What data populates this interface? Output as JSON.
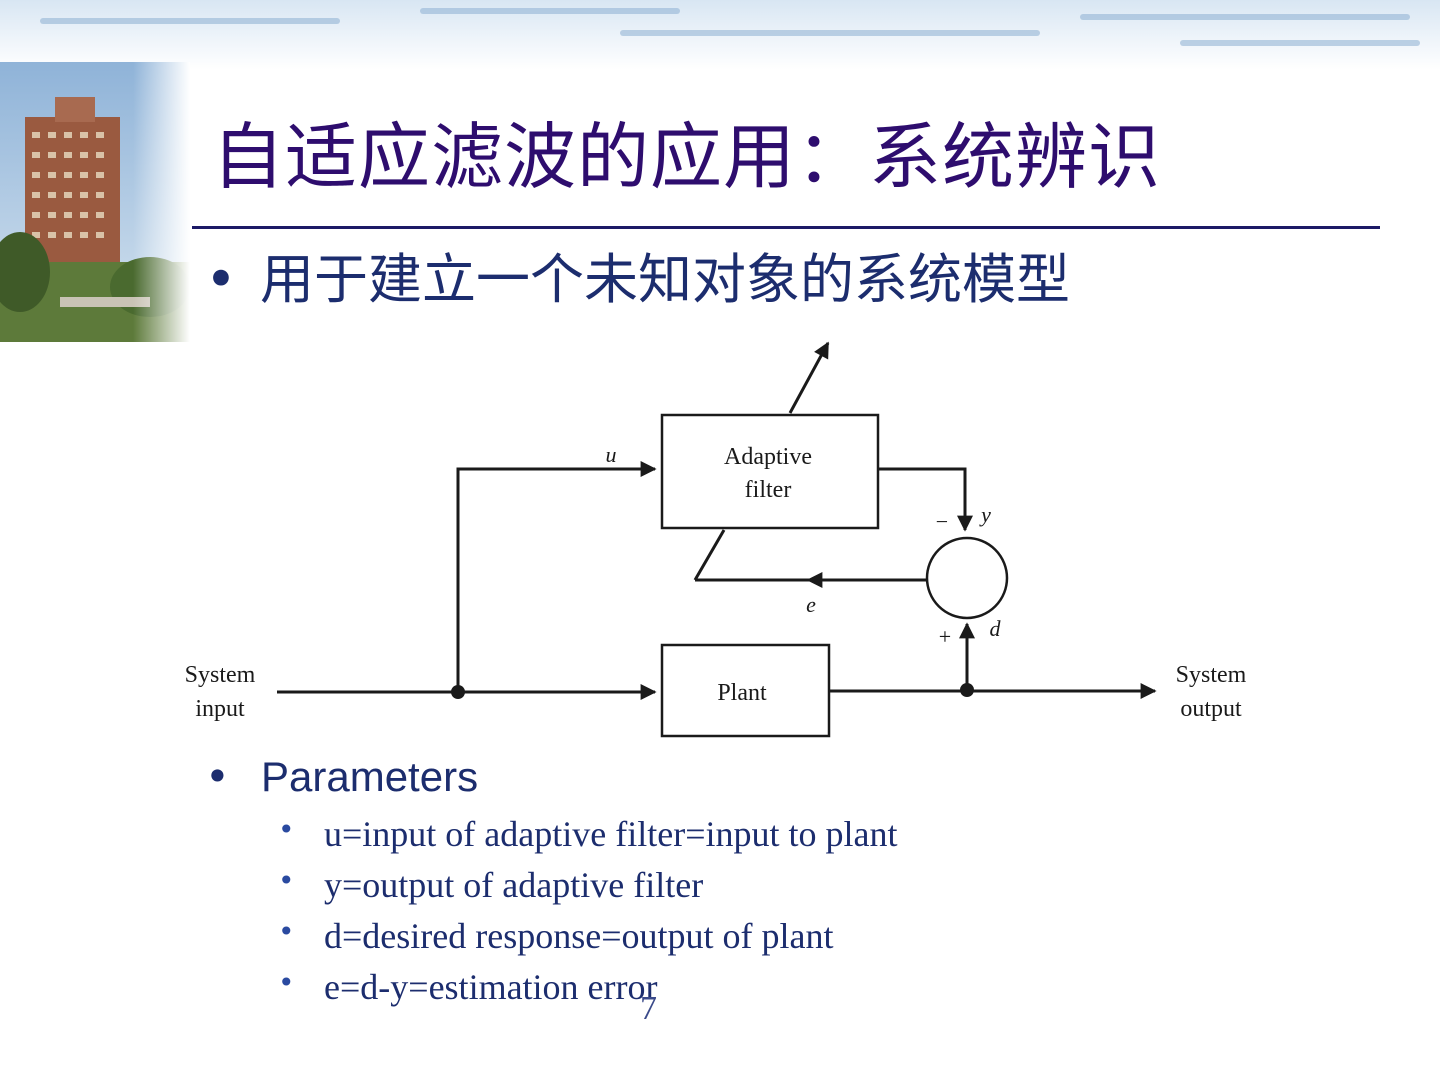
{
  "slide": {
    "title": "自适应滤波的应用：系统辨识",
    "bullet_main": "用于建立一个未知对象的系统模型",
    "parameters_heading": "Parameters",
    "parameters": [
      "u=input of adaptive filter=input to plant",
      "y=output of adaptive filter",
      "d=desired response=output of plant",
      "e=d-y=estimation error"
    ],
    "page_number": "7"
  },
  "diagram": {
    "adaptive_filter_line1": "Adaptive",
    "adaptive_filter_line2": "filter",
    "plant_label": "Plant",
    "system_input_line1": "System",
    "system_input_line2": "input",
    "system_output_line1": "System",
    "system_output_line2": "output",
    "signal_u": "u",
    "signal_y": "y",
    "signal_e": "e",
    "signal_d": "d",
    "minus_sign": "−",
    "plus_sign": "+"
  },
  "colors": {
    "title": "#2e0d6e",
    "text": "#1c2d6e",
    "rule": "#1c1a66",
    "diagram_line": "#1a1a1a"
  }
}
